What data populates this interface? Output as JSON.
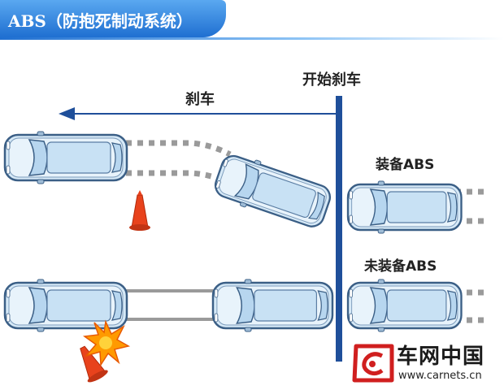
{
  "title": "ABS（防抱死制动系统）",
  "labels": {
    "start_braking": "开始刹车",
    "braking": "刹车",
    "with_abs": "装备ABS",
    "without_abs": "未装备ABS"
  },
  "logo": {
    "name": "车网中国",
    "url": "www.carnets.cn"
  },
  "colors": {
    "title_blue": "#1f6fd1",
    "barrier_blue": "#1f4f9a",
    "car_body": "#d6e9f7",
    "car_outline": "#3b5f86",
    "cone_red": "#e8421c",
    "crash_orange": "#ff9a00",
    "logo_red": "#d01f1f"
  }
}
